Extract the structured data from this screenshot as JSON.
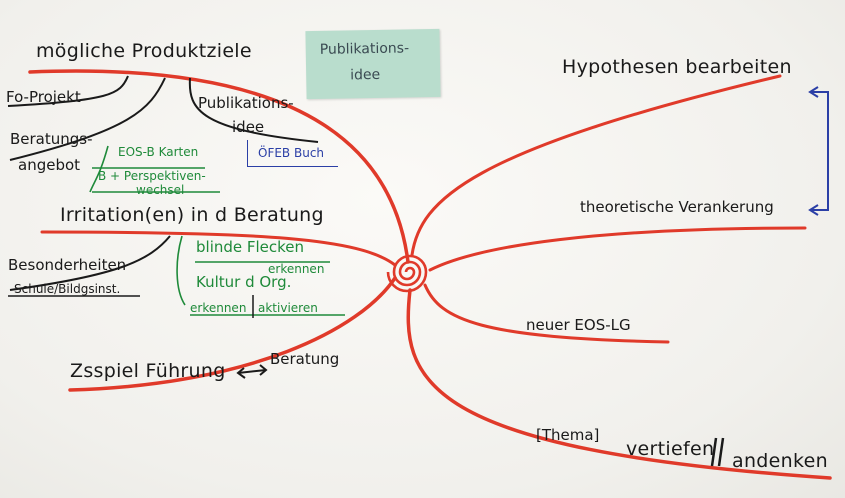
{
  "sticky_note": {
    "line1": "Publikations-",
    "line2": "idee"
  },
  "left": {
    "moegliche_produktziele": "mögliche Produktziele",
    "fo_projekt": "Fo-Projekt",
    "publikationsidee_line1": "Publikations-",
    "publikationsidee_line2": "idee",
    "oefeb_buch": "ÖFEB Buch",
    "beratungsangebot_line1": "Beratungs-",
    "beratungsangebot_line2": "angebot",
    "eos_b_karten": "EOS-B Karten",
    "b_perspektiven_line1": "B + Perspektiven-",
    "b_perspektiven_line2": "wechsel",
    "irritationen": "Irritation(en) in d Beratung",
    "blinde_flecken_line1": "blinde Flecken",
    "blinde_flecken_line2": "erkennen",
    "kultur_line1": "Kultur d Org.",
    "kultur_line2a": "erkennen",
    "kultur_line2b": "aktivieren",
    "besonderheiten": "Besonderheiten",
    "schule_bildgsinst": "Schule/Bildgsinst.",
    "zsspiel_fuehrung": "Zsspiel Führung",
    "beratung": "Beratung"
  },
  "right": {
    "hypothesen": "Hypothesen bearbeiten",
    "theoretische": "theoretische Verankerung",
    "neuer_eos": "neuer EOS-LG",
    "thema": "[Thema]",
    "vertiefen": "vertiefen",
    "andenken": "andenken"
  },
  "colors": {
    "branch": "#e03a2a",
    "ink": "#1a1a1a",
    "green": "#1f8a3a",
    "blue": "#2b3fa6",
    "note": "#b9ddcd"
  }
}
